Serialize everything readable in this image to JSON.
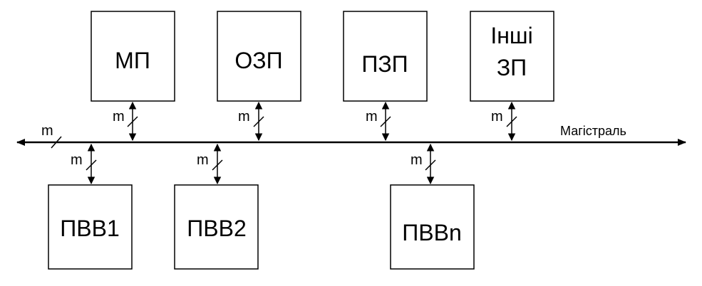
{
  "bus": {
    "label": "Магістраль",
    "width_label": "m"
  },
  "top_blocks": [
    {
      "id": "mp",
      "lines": [
        "МП"
      ],
      "bus_label": "m"
    },
    {
      "id": "ozp",
      "lines": [
        "ОЗП"
      ],
      "bus_label": "m"
    },
    {
      "id": "pzp",
      "lines": [
        "ПЗП"
      ],
      "bus_label": "m"
    },
    {
      "id": "other-mem",
      "lines": [
        "Інші",
        "ЗП"
      ],
      "bus_label": "m"
    }
  ],
  "bottom_blocks": [
    {
      "id": "pvv1",
      "lines": [
        "ПВВ1"
      ],
      "bus_label": "m"
    },
    {
      "id": "pvv2",
      "lines": [
        "ПВВ2"
      ],
      "bus_label": "m"
    },
    {
      "id": "pvvn",
      "lines": [
        "ПВВn"
      ],
      "bus_label": "m"
    }
  ],
  "colors": {
    "stroke": "#000000",
    "background": "#ffffff"
  }
}
